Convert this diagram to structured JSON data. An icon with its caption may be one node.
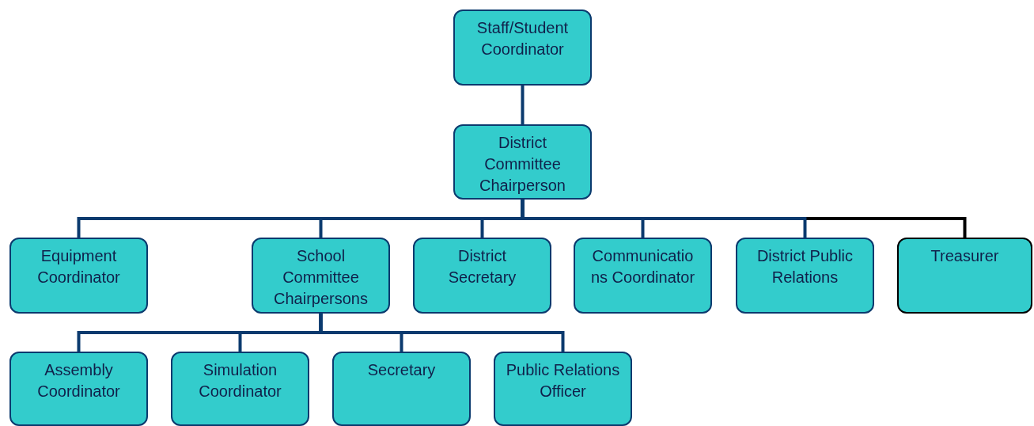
{
  "diagram": {
    "nodes": [
      {
        "text": [
          "Staff/Student Coordinator"
        ]
      },
      {
        "text": [
          "District Committee Chairperson"
        ]
      },
      {
        "text": [
          "Equipment Coordinator"
        ]
      },
      {
        "text": [
          "School Committee Chairpersons"
        ]
      },
      {
        "text": [
          "District Secretary"
        ]
      },
      {
        "text": [
          "Communicatio ns Coordinator"
        ]
      },
      {
        "text": [
          "District Public Relations"
        ]
      },
      {
        "text": [
          "Treasurer"
        ]
      },
      {
        "text": [
          "Assembly Coordinator"
        ]
      },
      {
        "text": [
          "Simulation Coordinator"
        ]
      },
      {
        "text": [
          "Secretary"
        ]
      },
      {
        "text": [
          "Public Relations Officer"
        ]
      }
    ],
    "edges": [
      {
        "from": 0,
        "to": 1,
        "arrow": "none"
      },
      {
        "from": 1,
        "to": 7,
        "arrow": "none",
        "color": "#000000"
      },
      {
        "from": 1,
        "to": 2,
        "arrow": "none"
      },
      {
        "from": 1,
        "to": 3,
        "arrow": "none"
      },
      {
        "from": 1,
        "to": 4,
        "arrow": "none"
      },
      {
        "from": 1,
        "to": 5,
        "arrow": "none"
      },
      {
        "from": 1,
        "to": 6,
        "arrow": "none"
      },
      {
        "from": 3,
        "to": 8,
        "arrow": "none"
      },
      {
        "from": 3,
        "to": 9,
        "arrow": "none"
      },
      {
        "from": 3,
        "to": 10,
        "arrow": "none"
      },
      {
        "from": 3,
        "to": 11,
        "arrow": "none"
      }
    ]
  }
}
